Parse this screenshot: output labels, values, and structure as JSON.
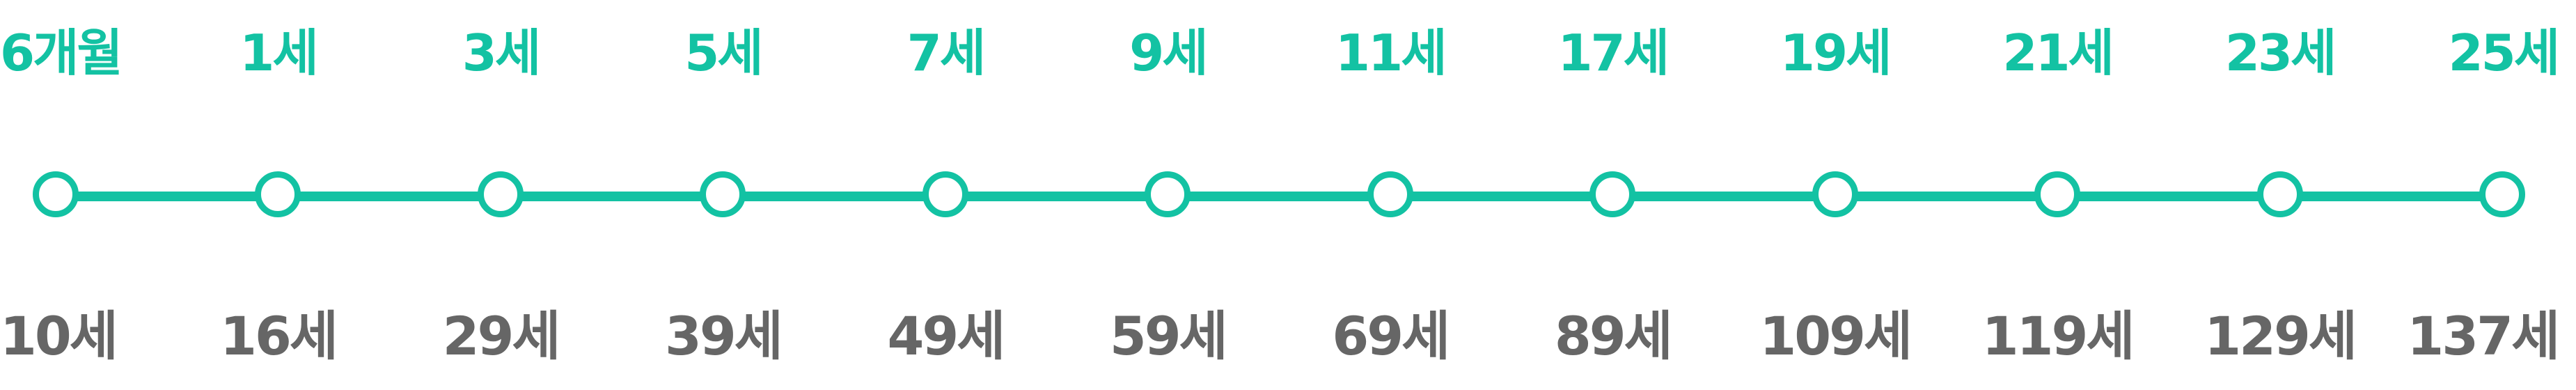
{
  "colors": {
    "accent": "#13C2A3",
    "secondary_text": "#666666",
    "background": "#FFFFFF"
  },
  "timeline": {
    "nodes": [
      {
        "top": "6개월",
        "bottom": "10세"
      },
      {
        "top": "1세",
        "bottom": "16세"
      },
      {
        "top": "3세",
        "bottom": "29세"
      },
      {
        "top": "5세",
        "bottom": "39세"
      },
      {
        "top": "7세",
        "bottom": "49세"
      },
      {
        "top": "9세",
        "bottom": "59세"
      },
      {
        "top": "11세",
        "bottom": "69세"
      },
      {
        "top": "17세",
        "bottom": "89세"
      },
      {
        "top": "19세",
        "bottom": "109세"
      },
      {
        "top": "21세",
        "bottom": "119세"
      },
      {
        "top": "23세",
        "bottom": "129세"
      },
      {
        "top": "25세",
        "bottom": "137세"
      }
    ]
  }
}
